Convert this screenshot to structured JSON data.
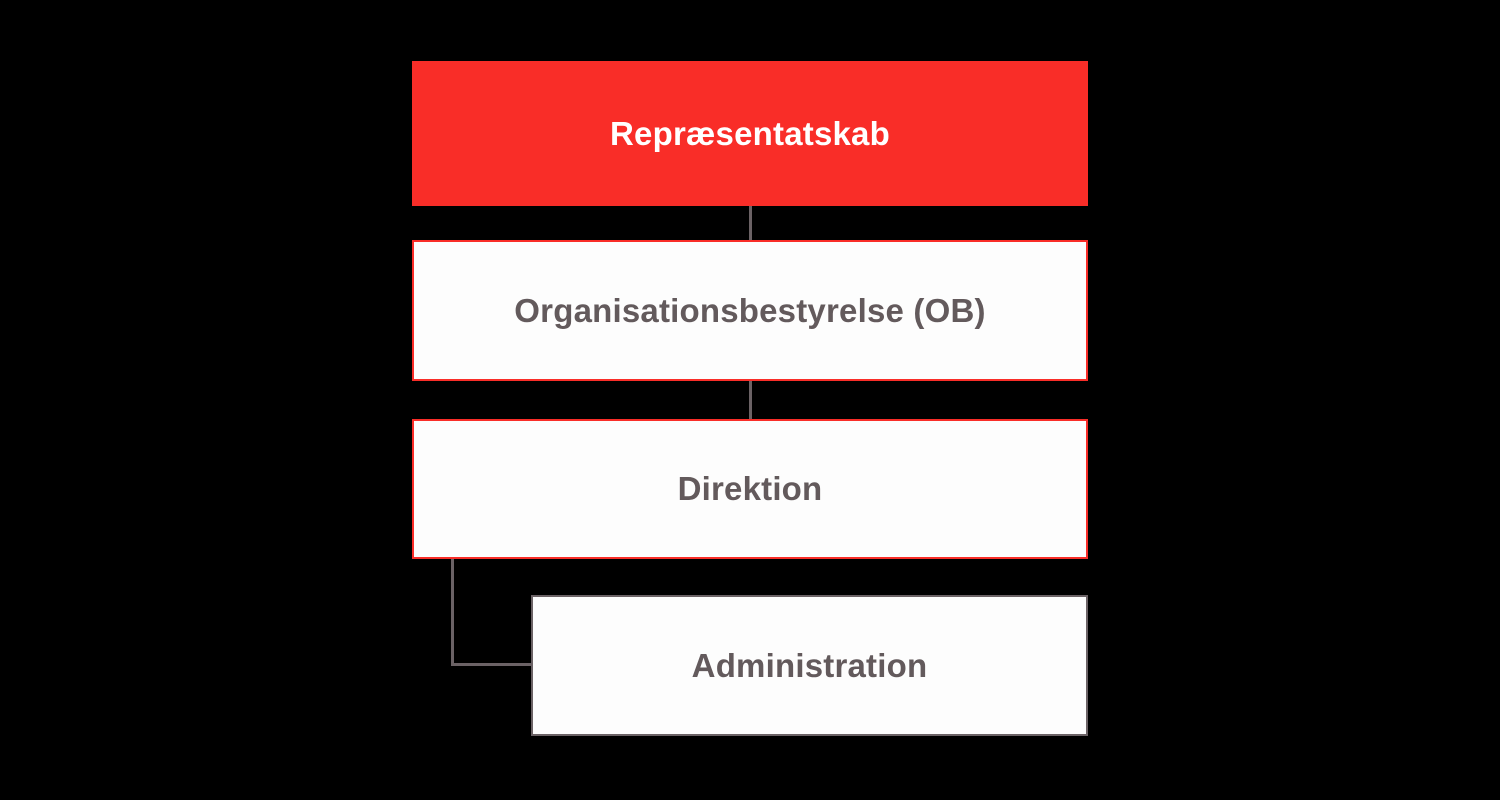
{
  "diagram": {
    "type": "organizational-chart",
    "background_color": "#000000",
    "accent_color": "#F92D28",
    "text_color": "#635A5C",
    "line_color": "#6B6265",
    "nodes": [
      {
        "id": "repraesentatskab",
        "label": "Repræsentatskab",
        "level": 1,
        "style": "filled-red",
        "fill": "#F92D28",
        "border_color": "#F92D28",
        "label_color": "#FFFFFF"
      },
      {
        "id": "organisationsbestyrelse",
        "label": "Organisationsbestyrelse (OB)",
        "level": 2,
        "style": "outlined-red",
        "fill": "#FDFDFD",
        "border_color": "#F92D28",
        "label_color": "#635A5C"
      },
      {
        "id": "direktion",
        "label": "Direktion",
        "level": 3,
        "style": "outlined-red",
        "fill": "#FDFDFD",
        "border_color": "#F92D28",
        "label_color": "#635A5C"
      },
      {
        "id": "administration",
        "label": "Administration",
        "level": 4,
        "style": "outlined-gray",
        "fill": "#FDFDFD",
        "border_color": "#6B6265",
        "label_color": "#635A5C"
      }
    ],
    "edges": [
      {
        "from": "repraesentatskab",
        "to": "organisationsbestyrelse",
        "shape": "straight"
      },
      {
        "from": "organisationsbestyrelse",
        "to": "direktion",
        "shape": "straight"
      },
      {
        "from": "direktion",
        "to": "administration",
        "shape": "elbow"
      }
    ]
  }
}
